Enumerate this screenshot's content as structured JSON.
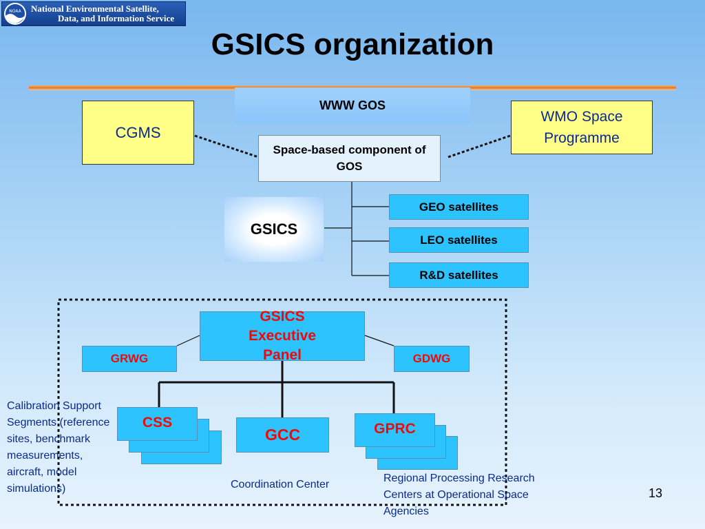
{
  "logo": {
    "text_line1": "National Environmental Satellite,",
    "text_line2": "Data, and Information Service",
    "emblem_label": "NOAA"
  },
  "slide": {
    "title": "GSICS organization",
    "page_number": "13"
  },
  "top": {
    "www_gos": "WWW GOS",
    "cgms": "CGMS",
    "wmo_space": "WMO Space Programme",
    "space_based": "Space-based component of GOS",
    "gsics": "GSICS",
    "satellites": [
      "GEO satellites",
      "LEO satellites",
      "R&D satellites"
    ]
  },
  "org": {
    "exec_panel": "GSICS Executive Panel",
    "grwg": "GRWG",
    "gdwg": "GDWG",
    "css": "CSS",
    "gcc": "GCC",
    "gprc": "GPRC"
  },
  "labels": {
    "calibration_support": "Calibration Support Segments (reference sites, benchmark measurements, aircraft, model simulations)",
    "coordination_center": "Coordination Center",
    "regional_processing": "Regional Processing Research Centers at Operational Space Agencies"
  },
  "colors": {
    "cyan_box": "#2dc3ff",
    "yellow_box": "#ffff88",
    "red_text": "#ef0a0a",
    "blue_text": "#0b2a8c"
  }
}
